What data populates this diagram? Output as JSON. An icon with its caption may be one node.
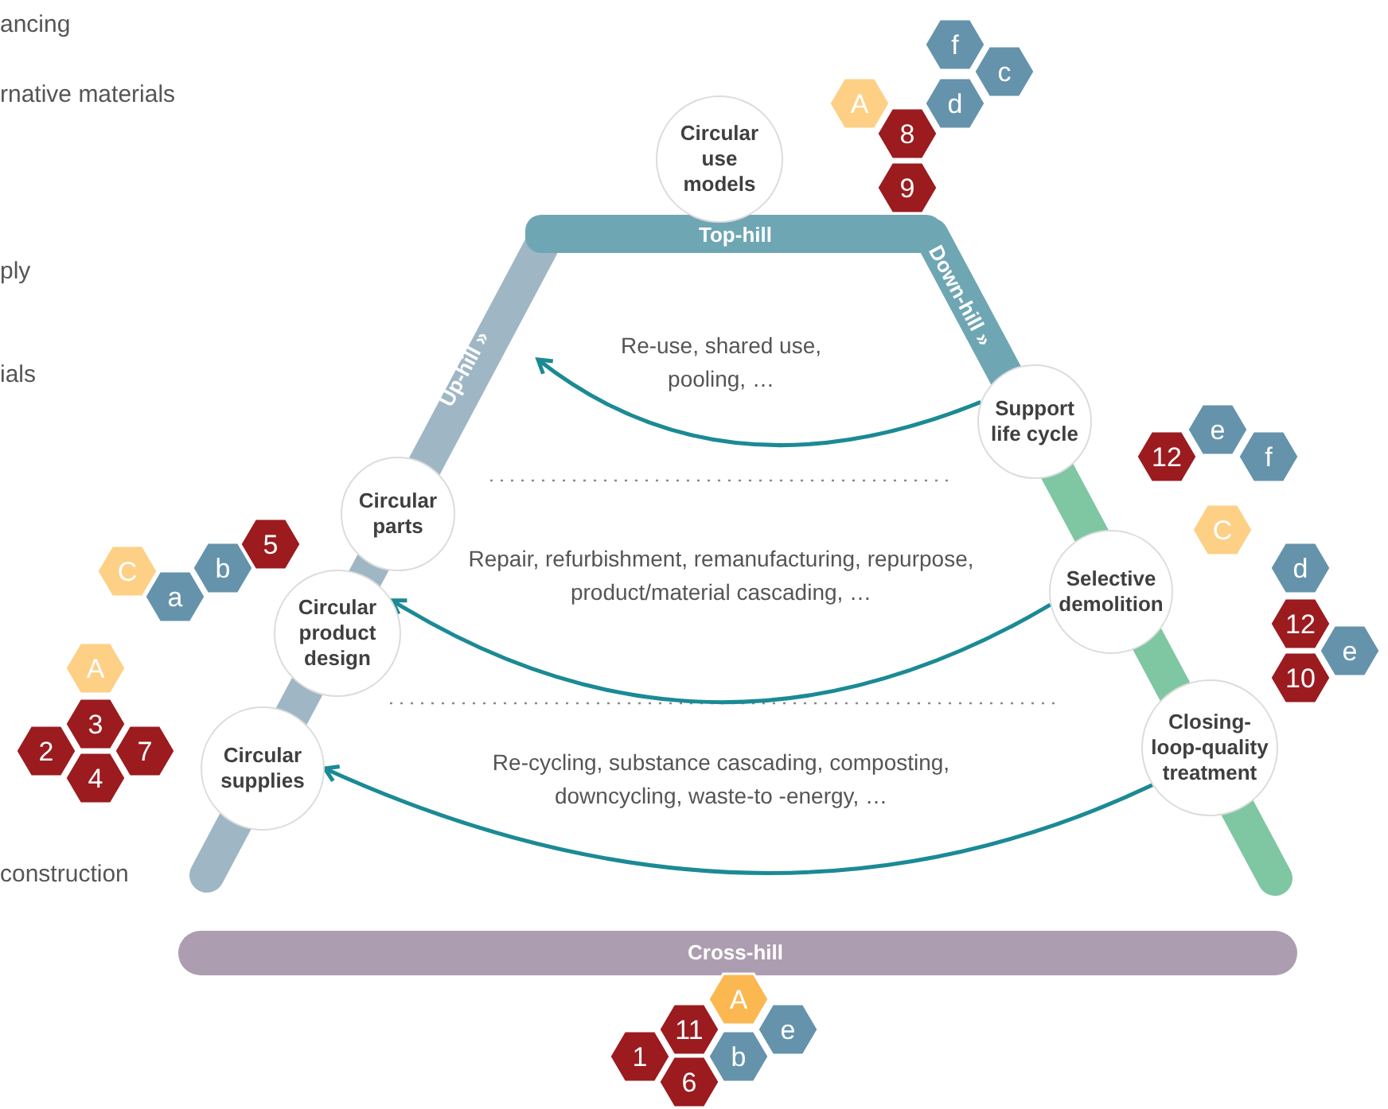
{
  "diagram": {
    "nodes": [
      {
        "text": [
          "Circular use models"
        ]
      },
      {
        "text": [
          "f"
        ]
      },
      {
        "text": [
          "c"
        ]
      },
      {
        "text": [
          "A"
        ]
      },
      {
        "text": [
          "d"
        ]
      },
      {
        "text": [
          "8"
        ]
      },
      {
        "text": [
          "9"
        ]
      },
      {
        "text": [
          "Support life cycle"
        ]
      },
      {
        "text": [
          "e"
        ]
      },
      {
        "text": [
          "12"
        ]
      },
      {
        "text": [
          "f"
        ]
      },
      {
        "text": [
          "Circular parts"
        ]
      },
      {
        "text": [
          "C"
        ]
      },
      {
        "text": [
          "5"
        ]
      },
      {
        "text": [
          "b"
        ]
      },
      {
        "text": [
          "C"
        ]
      },
      {
        "text": [
          "d"
        ]
      },
      {
        "text": [
          "a"
        ]
      },
      {
        "text": [
          "Selective demolition"
        ]
      },
      {
        "text": [
          "12"
        ]
      },
      {
        "text": [
          "Circular product design"
        ]
      },
      {
        "text": [
          "e"
        ]
      },
      {
        "text": [
          "A"
        ]
      },
      {
        "text": [
          "10"
        ]
      },
      {
        "text": [
          "3"
        ]
      },
      {
        "text": [
          "Closing-loop-quality treatment"
        ]
      },
      {
        "text": [
          "2"
        ]
      },
      {
        "text": [
          "7"
        ]
      },
      {
        "text": [
          "Circular supplies"
        ]
      },
      {
        "text": [
          "4"
        ]
      },
      {
        "text": [
          "A"
        ]
      },
      {
        "text": [
          "11"
        ]
      },
      {
        "text": [
          "e"
        ]
      },
      {
        "text": [
          "1"
        ]
      },
      {
        "text": [
          "6"
        ]
      },
      {
        "text": [
          "b"
        ]
      }
    ],
    "edges": [
      {
        "from": 7,
        "to": null,
        "arrow": "to",
        "label": "Re-use, shared use, pooling, …"
      },
      {
        "from": 18,
        "to": 20,
        "arrow": "to",
        "label": "Repair, refurbishment, remanufacturing, repurpose, product/material cascading, …"
      },
      {
        "from": 25,
        "to": 28,
        "arrow": "to",
        "label": "Re-cycling, substance cascading, composting, downcycling, waste-to -energy, …"
      }
    ],
    "labels": [
      "ancing",
      "rnative materials",
      "Top-hill",
      "ply",
      "Down-hill »",
      "Up-hill »",
      "ials",
      "construction",
      "Cross-hill"
    ]
  }
}
